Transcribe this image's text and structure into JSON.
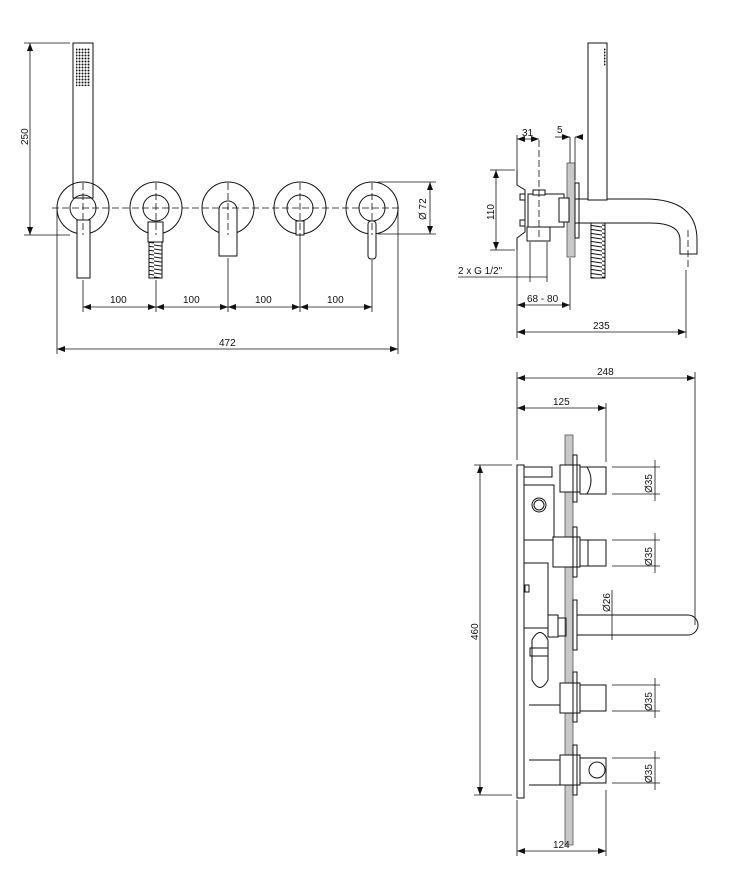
{
  "front_view": {
    "height_dim": "250",
    "diameter_dim": "Ø 72",
    "spacing_dims": [
      "100",
      "100",
      "100",
      "100"
    ],
    "total_width_dim": "472"
  },
  "side_view": {
    "depth_dim_1": "31",
    "plate_dim": "5",
    "body_height_dim": "110",
    "connection_label": "2 x G 1/2\"",
    "install_depth_dim": "68 - 80",
    "spout_projection_dim": "235"
  },
  "top_view": {
    "overall_depth_dim": "248",
    "handle_depth_dim": "125",
    "body_length_dim": "460",
    "handle_diameter_dims": [
      "Ø35",
      "Ø35",
      "Ø35",
      "Ø35"
    ],
    "spout_diameter_dim": "Ø26",
    "bottom_depth_dim": "124"
  }
}
